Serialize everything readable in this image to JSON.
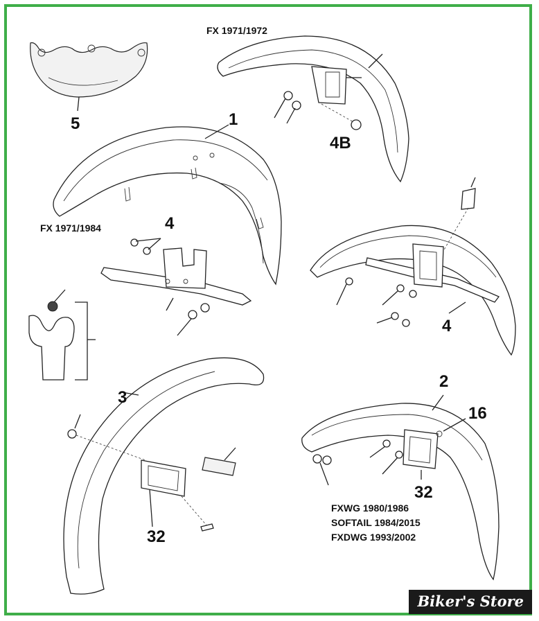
{
  "models": {
    "fx_1971_1972": "FX 1971/1972",
    "fx_1971_1984": "FX 1971/1984",
    "fxwg": "FXWG 1980/1986",
    "softail": "SOFTAIL 1984/2015",
    "fxdwg": "FXDWG 1993/2002"
  },
  "callouts": {
    "c5": "5",
    "c1": "1",
    "c4b": "4B",
    "c4_left": "4",
    "c4_right": "4",
    "c3": "3",
    "c2": "2",
    "c16": "16",
    "c32_right": "32",
    "c32_left": "32"
  },
  "watermark": "Biker's Store",
  "colors": {
    "border": "#3fae49",
    "ink": "#111111",
    "watermark_bg": "#1a1a1a"
  }
}
